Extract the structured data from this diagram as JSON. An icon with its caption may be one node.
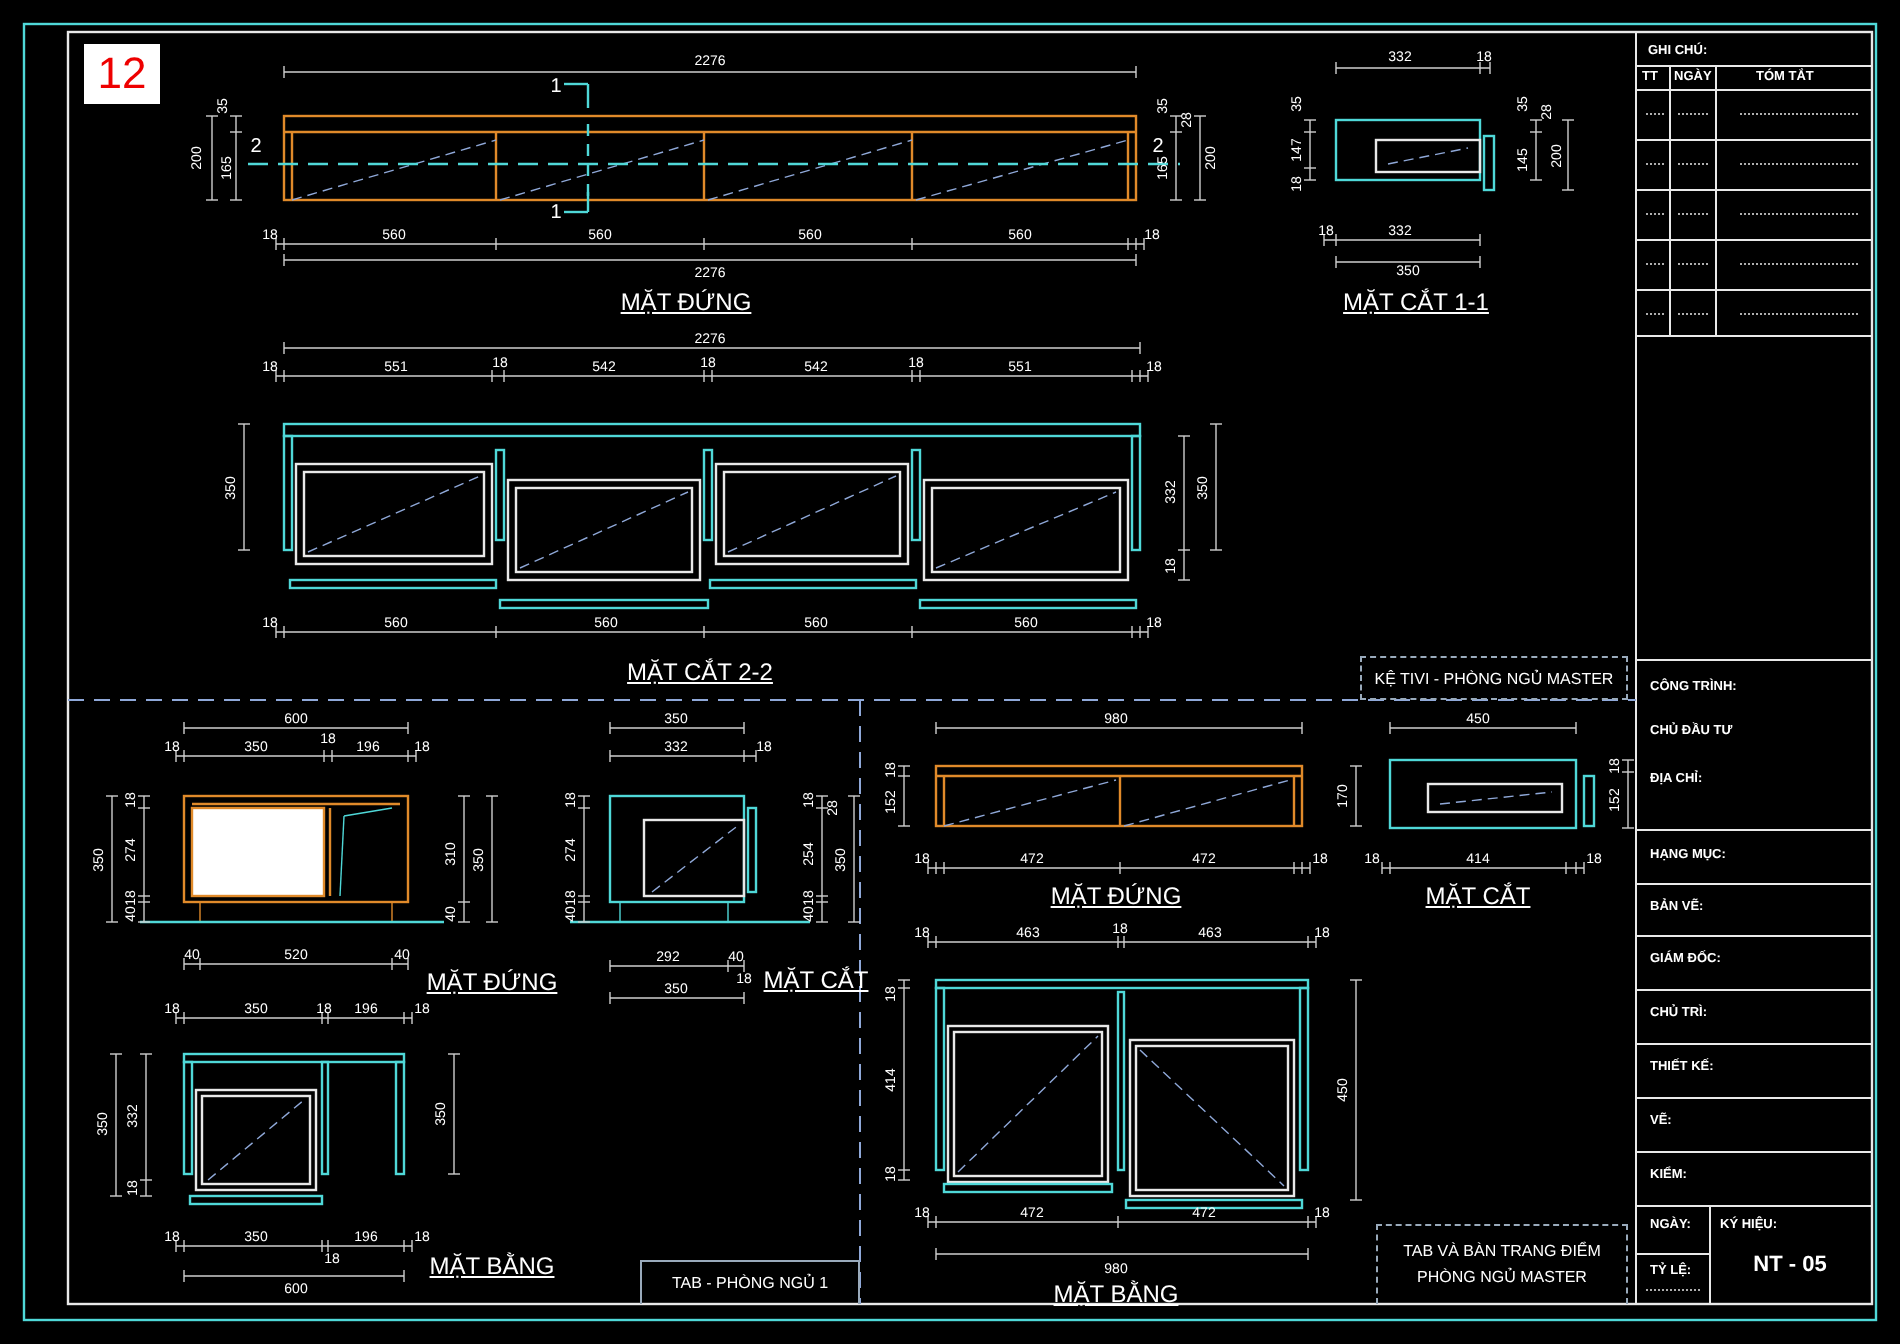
{
  "diagram": {
    "nodes": [
      {
        "text": [
          "12"
        ]
      },
      {
        "text": [
          "KỆ TIVI - PHÒNG NGỦ MASTER"
        ]
      },
      {
        "text": [
          "TAB - PHÒNG NGỦ 1"
        ]
      },
      {
        "text": [
          "TAB VÀ BÀN TRANG ĐIỂM PHÒNG NGỦ MASTER"
        ]
      }
    ],
    "labels": [
      "2276",
      "35",
      "200",
      "165",
      "1",
      "2",
      "2",
      "1",
      "35",
      "28",
      "165",
      "200",
      "18",
      "560",
      "560",
      "560",
      "560",
      "18",
      "2276",
      "MẶT ĐỨNG",
      "332",
      "18",
      "35",
      "147",
      "18",
      "35",
      "28",
      "145",
      "200",
      "18",
      "332",
      "350",
      "MẶT CẮT 1-1",
      "2276",
      "18",
      "551",
      "18",
      "542",
      "18",
      "542",
      "18",
      "551",
      "18",
      "350",
      "332",
      "350",
      "18",
      "18",
      "560",
      "560",
      "560",
      "560",
      "18",
      "MẶT CẮT 2-2",
      "600",
      "18",
      "350",
      "18",
      "196",
      "18",
      "18",
      "350",
      "274",
      "18",
      "40",
      "310",
      "350",
      "40",
      "40",
      "520",
      "40",
      "MẶT ĐỨNG",
      "350",
      "332",
      "18",
      "18",
      "274",
      "18",
      "40",
      "18",
      "28",
      "254",
      "350",
      "18",
      "40",
      "292",
      "40",
      "18",
      "350",
      "MẶT CẮT",
      "18",
      "350",
      "18",
      "196",
      "18",
      "350",
      "332",
      "18",
      "350",
      "18",
      "350",
      "18",
      "196",
      "18",
      "600",
      "MẶT BẰNG",
      "980",
      "18",
      "152",
      "170",
      "18",
      "472",
      "472",
      "18",
      "MẶT ĐỨNG",
      "450",
      "18",
      "152",
      "18",
      "414",
      "18",
      "MẶT CẮT",
      "18",
      "463",
      "18",
      "463",
      "18",
      "18",
      "414",
      "18",
      "450",
      "18",
      "472",
      "472",
      "18",
      "980",
      "MẶT BẰNG",
      "GHI CHÚ:",
      "TT",
      "NGÀY",
      "TÓM TẮT",
      "CÔNG TRÌNH:",
      "CHỦ ĐẦU TƯ",
      "ĐỊA CHỈ:",
      "HẠNG MỤC:",
      "BẢN VẼ:",
      "GIÁM ĐỐC:",
      "CHỦ TRÌ:",
      "THIẾT KẾ:",
      "VẼ:",
      "KIỂM:",
      "NGÀY:",
      "KÝ HIỆU:",
      "TỶ LỆ:",
      "NT - 05"
    ]
  }
}
